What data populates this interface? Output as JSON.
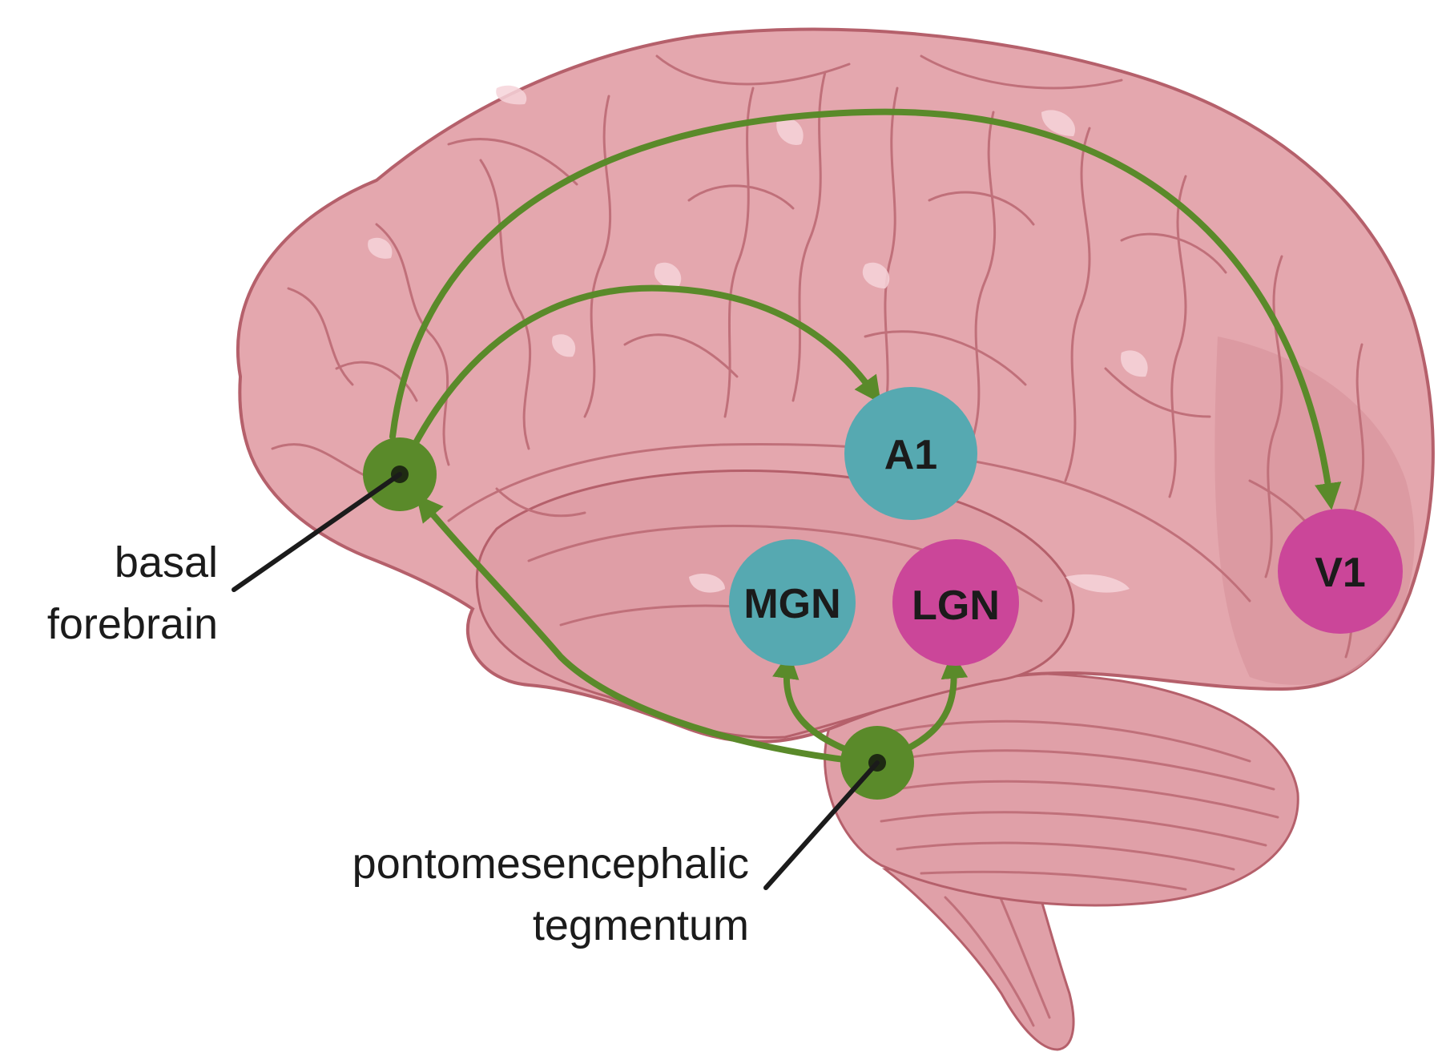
{
  "colors": {
    "pathway": "#5a8a2a",
    "pathway_dark": "#4d7a22",
    "brain_fill": "#e4a7ae",
    "brain_shadow": "#d58f98",
    "brain_outline": "#b5606b",
    "auditory": "#56a9b1",
    "visual": "#cb4699",
    "text": "#1b1b1b"
  },
  "regions": {
    "a1": {
      "label": "A1",
      "system": "auditory"
    },
    "mgn": {
      "label": "MGN",
      "system": "auditory"
    },
    "lgn": {
      "label": "LGN",
      "system": "visual"
    },
    "v1": {
      "label": "V1",
      "system": "visual"
    }
  },
  "nuclei": {
    "basal_forebrain": {
      "label_line1": "basal",
      "label_line2": "forebrain"
    },
    "ppt": {
      "label_line1": "pontomesencephalic",
      "label_line2": "tegmentum"
    }
  },
  "projections": [
    {
      "from": "basal forebrain",
      "to": "V1"
    },
    {
      "from": "basal forebrain",
      "to": "A1"
    },
    {
      "from": "pontomesencephalic tegmentum",
      "to": "basal forebrain"
    },
    {
      "from": "pontomesencephalic tegmentum",
      "to": "MGN"
    },
    {
      "from": "pontomesencephalic tegmentum",
      "to": "LGN"
    }
  ]
}
